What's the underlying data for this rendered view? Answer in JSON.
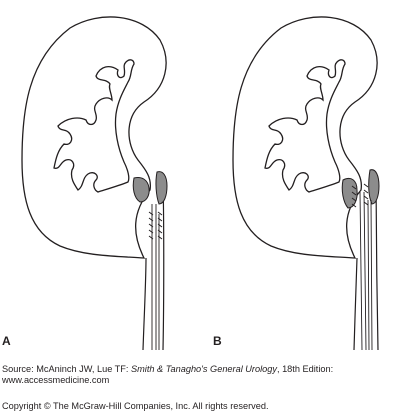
{
  "panels": [
    {
      "label": "A",
      "variant": "single-stent-tube"
    },
    {
      "label": "B",
      "variant": "double-stent-tube"
    }
  ],
  "caption": {
    "source_prefix": "Source: McAninch JW, Lue TF: ",
    "book_title": "Smith & Tanagho's General Urology",
    "source_suffix": ", 18th Edition:",
    "url": "www.accessmedicine.com",
    "copyright": "Copyright © The McGraw-Hill Companies, Inc. All rights reserved."
  },
  "colors": {
    "line": "#231f20",
    "shading": "#8c8c8c",
    "background": "#ffffff"
  }
}
